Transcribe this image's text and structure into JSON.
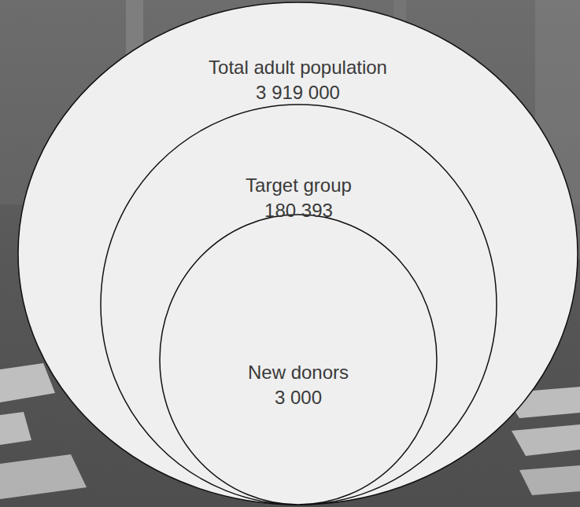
{
  "diagram": {
    "nodes": [
      {
        "text": [
          "Total adult population",
          "3 919 000"
        ]
      },
      {
        "text": [
          "Target group",
          "180 393"
        ],
        "in": 0
      },
      {
        "text": [
          "New donors",
          "3 000"
        ],
        "in": 1
      }
    ]
  }
}
